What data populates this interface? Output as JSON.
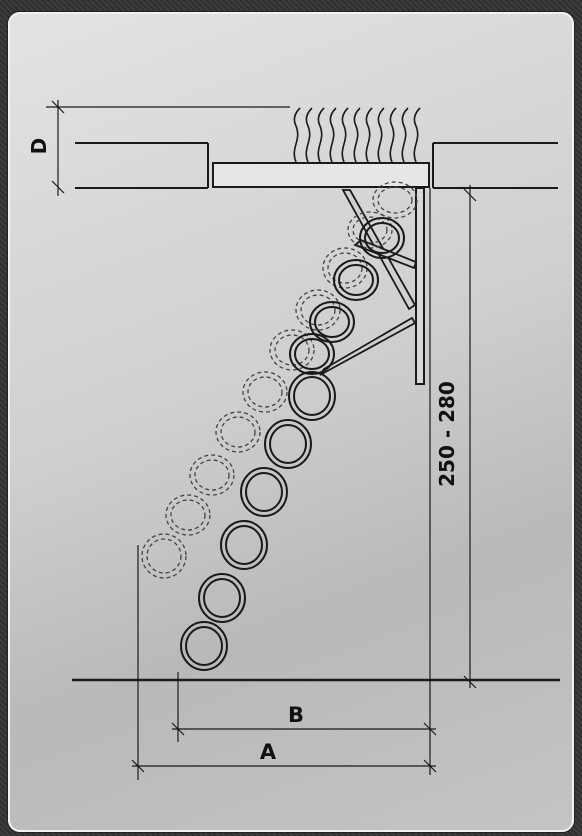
{
  "labels": {
    "d": "D",
    "height": "250 - 280",
    "b": "B",
    "a": "A"
  },
  "colors": {
    "panel_light": "#e3e3e3",
    "panel_dark": "#b9b9b9",
    "line": "#1a1a1a",
    "hatch": "#e0e0e0"
  }
}
